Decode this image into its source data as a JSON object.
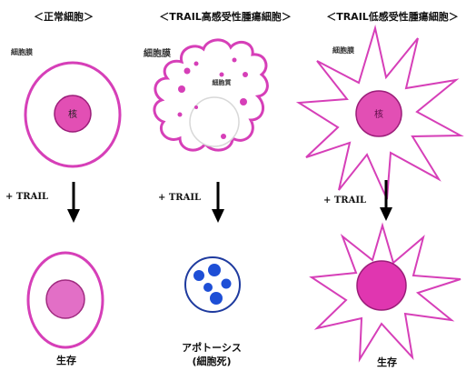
{
  "columns": [
    {
      "header": "＜正常細胞＞",
      "membrane_label": "細胞膜",
      "nucleus_label": "核",
      "treatment": "+ TRAIL",
      "result_lines": [
        "生存"
      ]
    },
    {
      "header": "＜TRAIL高感受性腫瘍細胞＞",
      "membrane_label": "細胞膜",
      "cytoplasm_label": "細胞質",
      "treatment": "+ TRAIL",
      "result_lines": [
        "アポトーシス",
        "(細胞死)"
      ]
    },
    {
      "header": "＜TRAIL低感受性腫瘍細胞＞",
      "membrane_label": "細胞膜",
      "nucleus_label": "核",
      "treatment": "+ TRAIL",
      "result_lines": [
        "生存"
      ]
    }
  ],
  "colors": {
    "membrane": "#d63fb8",
    "nucleus_fill": "#e24fb4",
    "nucleus_dark": "#9b1d79",
    "apoptotic_blue": "#1e4fd6",
    "arrow": "#000000"
  }
}
